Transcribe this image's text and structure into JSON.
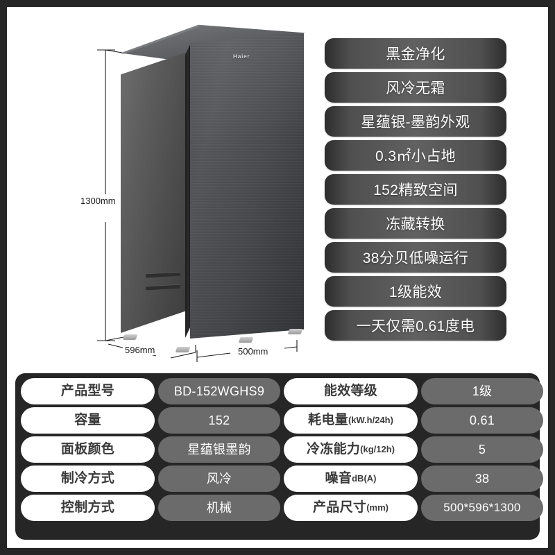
{
  "product": {
    "brand_logo": "Haier",
    "dimensions": {
      "height_label": "1300mm",
      "depth_label": "596mm",
      "width_label": "500mm"
    }
  },
  "features": [
    {
      "label": "黑金净化"
    },
    {
      "label": "风冷无霜"
    },
    {
      "label": "星蕴银-墨韵外观"
    },
    {
      "label": "0.3㎡小占地"
    },
    {
      "label": "152精致空间"
    },
    {
      "label": "冻藏转换"
    },
    {
      "label": "38分贝低噪运行"
    },
    {
      "label": "1级能效"
    },
    {
      "label": "一天仅需0.61度电"
    }
  ],
  "spec_table": {
    "rows": [
      {
        "label_a": "产品型号",
        "unit_a": "",
        "value_a": "BD-152WGHS9",
        "label_b": "能效等级",
        "unit_b": "",
        "value_b": "1级"
      },
      {
        "label_a": "容量",
        "unit_a": "",
        "value_a": "152",
        "label_b": "耗电量",
        "unit_b": "(kW.h/24h)",
        "value_b": "0.61"
      },
      {
        "label_a": "面板颜色",
        "unit_a": "",
        "value_a": "星蕴银墨韵",
        "label_b": "冷冻能力",
        "unit_b": "(kg/12h)",
        "value_b": "5"
      },
      {
        "label_a": "制冷方式",
        "unit_a": "",
        "value_a": "风冷",
        "label_b": "噪音",
        "unit_b": "dB(A)",
        "value_b": "38"
      },
      {
        "label_a": "控制方式",
        "unit_a": "",
        "value_a": "机械",
        "label_b": "产品尺寸",
        "unit_b": "(mm)",
        "value_b": "500*596*1300"
      }
    ]
  },
  "colors": {
    "frame": "#262626",
    "canvas": "#ffffff",
    "pill_mid": "#616161",
    "pill_edge": "#2d2d2d",
    "value_cell": "#6b6b6b",
    "label_cell": "#ffffff",
    "label_text": "#3a3a3a"
  }
}
